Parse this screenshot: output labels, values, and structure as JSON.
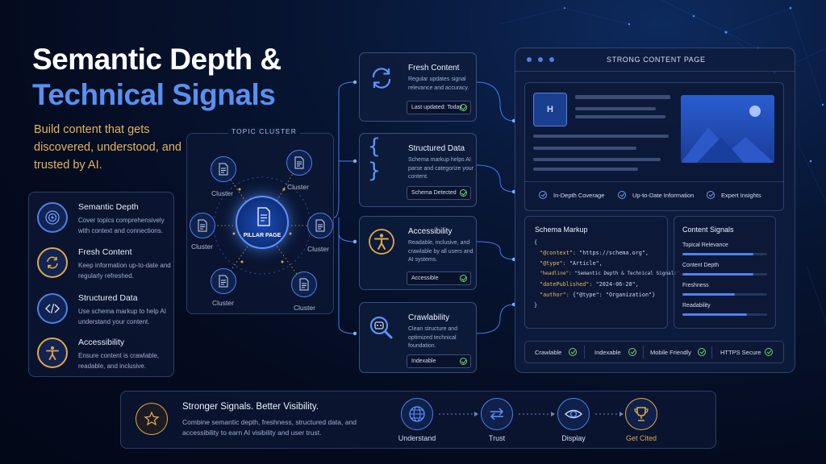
{
  "header": {
    "title_line1": "Semantic Depth &",
    "title_line2": "Technical Signals",
    "subtitle": "Build content that gets discovered, understood, and trusted by AI."
  },
  "features": [
    {
      "title": "Semantic Depth",
      "desc": "Cover topics comprehensively with context and connections.",
      "icon": "target-icon"
    },
    {
      "title": "Fresh Content",
      "desc": "Keep information up-to-date and regularly refreshed.",
      "icon": "refresh-icon"
    },
    {
      "title": "Structured Data",
      "desc": "Use schema markup to help AI understand your content.",
      "icon": "code-icon"
    },
    {
      "title": "Accessibility",
      "desc": "Ensure content is crawlable, readable, and inclusive.",
      "icon": "accessibility-icon"
    }
  ],
  "cluster": {
    "heading": "TOPIC CLUSTER",
    "pillar_label": "PILLAR PAGE",
    "node_labels": [
      "Cluster",
      "Cluster",
      "Cluster",
      "Cluster",
      "Cluster",
      "Cluster"
    ]
  },
  "cards": [
    {
      "title": "Fresh Content",
      "desc": "Regular updates signal relevance and accuracy.",
      "badge": "Last updated: Today",
      "icon": "refresh-icon"
    },
    {
      "title": "Structured Data",
      "desc": "Schema markup helps AI parse and categorize your content.",
      "badge": "Schema Detected",
      "icon": "braces-icon"
    },
    {
      "title": "Accessibility",
      "desc": "Readable, inclusive, and crawlable by all users and AI systems.",
      "badge": "Accessible",
      "icon": "accessibility-icon"
    },
    {
      "title": "Crawlability",
      "desc": "Clean structure and optimized technical foundation.",
      "badge": "Indexable",
      "icon": "bot-search-icon"
    }
  ],
  "page": {
    "title": "STRONG CONTENT PAGE",
    "coverage": [
      "In-Depth Coverage",
      "Up-to-Date Information",
      "Expert Insights"
    ],
    "schema_title": "Schema Markup",
    "schema_lines": [
      {
        "k": "{",
        "v": ""
      },
      {
        "k": "\"@context\":",
        "v": " \"https://schema.org\","
      },
      {
        "k": "\"@type\":",
        "v": " \"Article\","
      },
      {
        "k": "\"headline\":",
        "v": " \"Semantic Depth & Technical Signals\","
      },
      {
        "k": "\"datePublished\":",
        "v": " \"2024-06-20\","
      },
      {
        "k": "\"author\":",
        "v": " {\"@type\": \"Organization\"}"
      },
      {
        "k": "}",
        "v": ""
      }
    ],
    "signals_title": "Content Signals",
    "signals": [
      {
        "label": "Topical Relevance",
        "level": 0.84
      },
      {
        "label": "Content Depth",
        "level": 0.84
      },
      {
        "label": "Freshness",
        "level": 0.62
      },
      {
        "label": "Readability",
        "level": 0.76
      }
    ],
    "footer_items": [
      "Crawlable",
      "Indexable",
      "Mobile Friendly",
      "HTTPS Secure"
    ]
  },
  "bottom": {
    "title": "Stronger Signals. Better Visibility.",
    "desc": "Combine semantic depth, freshness, structured data, and accessibility to earn AI visibility and user trust.",
    "steps": [
      {
        "label": "Understand",
        "icon": "globe-network-icon"
      },
      {
        "label": "Trust",
        "icon": "exchange-icon"
      },
      {
        "label": "Display",
        "icon": "eye-icon"
      },
      {
        "label": "Get Cited",
        "icon": "trophy-icon"
      }
    ]
  },
  "colors": {
    "accent_blue": "#4e7fe6",
    "accent_gold": "#e0a84a",
    "check_green": "#6fd36f"
  }
}
